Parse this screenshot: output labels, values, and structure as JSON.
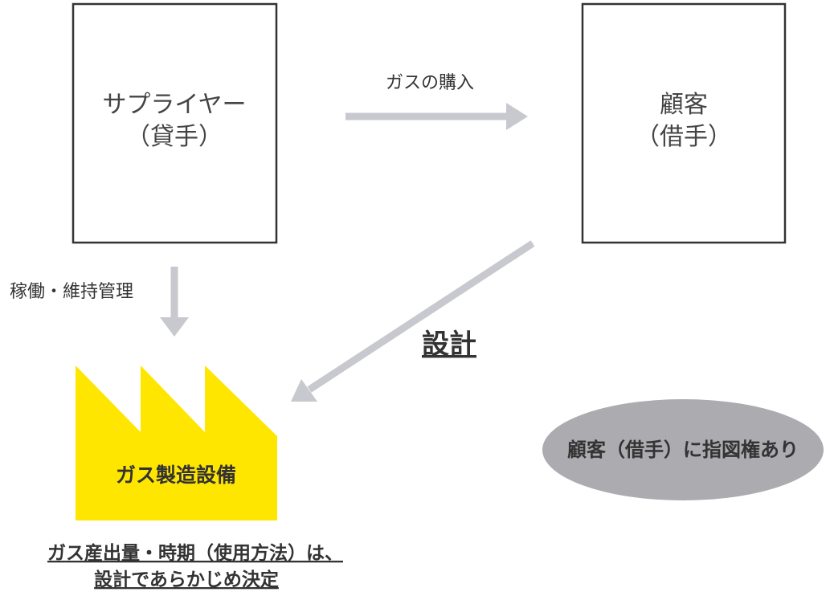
{
  "supplier": {
    "line1": "サプライヤー",
    "line2": "（貸手）"
  },
  "customer": {
    "line1": "顧客",
    "line2": "（借手）"
  },
  "arrows": {
    "purchase_label": "ガスの購入",
    "operation_label": "稼働・維持管理",
    "design_label": "設計"
  },
  "factory": {
    "label": "ガス製造設備"
  },
  "note": {
    "ellipse_text": "顧客（借手）に指図権あり",
    "bottom_line1": "ガス産出量・時期（使用方法）は、",
    "bottom_line2": "設計であらかじめ決定"
  },
  "colors": {
    "factory": "#FFE600",
    "arrow": "#c8c8cf",
    "ellipse": "#ababb0"
  }
}
